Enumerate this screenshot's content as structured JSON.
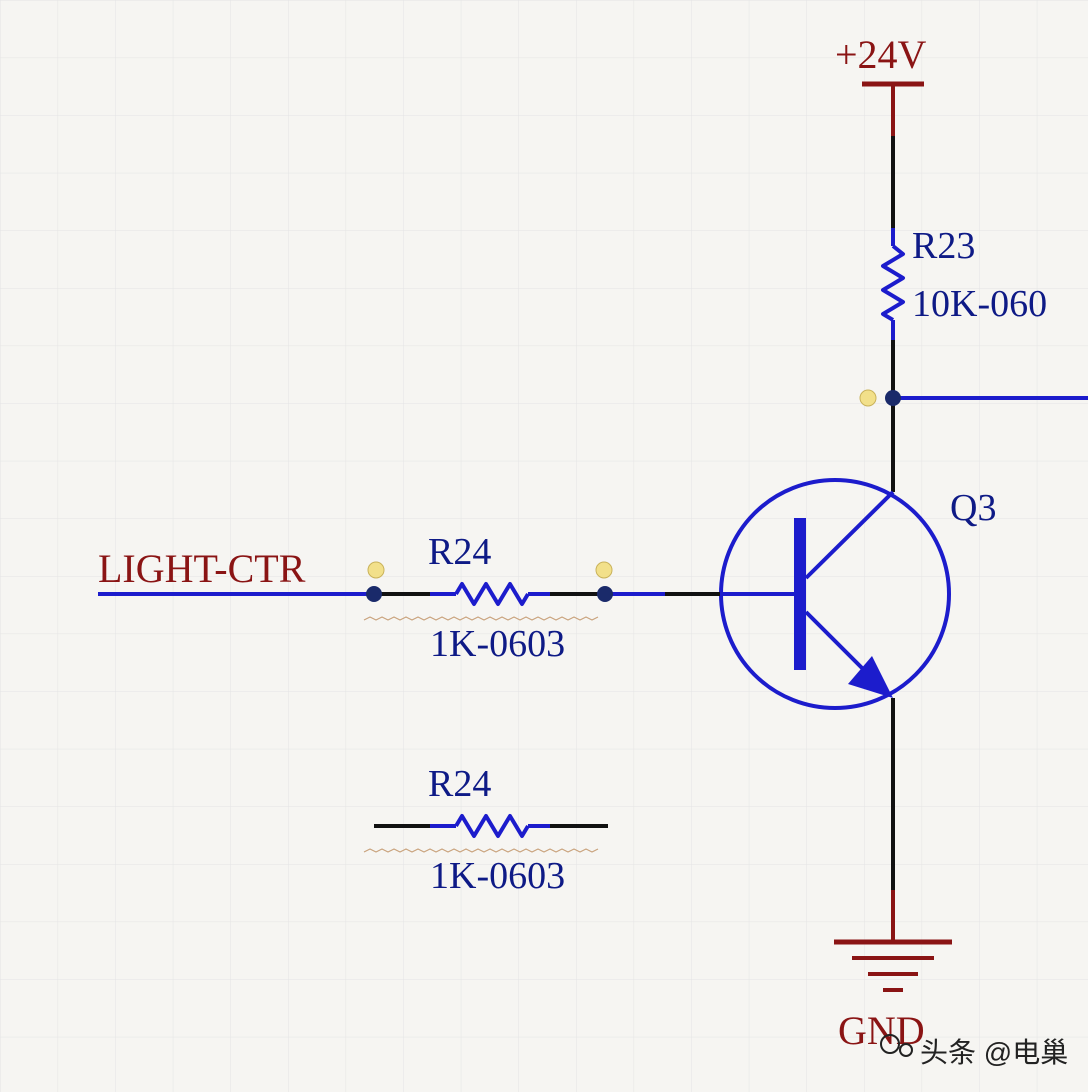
{
  "colors": {
    "background": "#f6f5f2",
    "grid": "#e3e3e3",
    "wire_blue": "#1c1ccc",
    "wire_black": "#111111",
    "power_red": "#8a1414",
    "label_blue": "#0e1a86",
    "junction": "#1a2a6a",
    "pin_marker": "#f2e08a",
    "squiggle": "#c9a27c"
  },
  "power": {
    "label": "+24V"
  },
  "ground": {
    "label": "GND"
  },
  "net": {
    "label": "LIGHT-CTR"
  },
  "components": {
    "r23": {
      "designator": "R23",
      "value": "10K-060"
    },
    "r24": {
      "designator": "R24",
      "value": "1K-0603"
    },
    "r24_copy": {
      "designator": "R24",
      "value": "1K-0603"
    },
    "q3": {
      "designator": "Q3"
    }
  },
  "watermark": {
    "text": "头条 @电巢"
  }
}
